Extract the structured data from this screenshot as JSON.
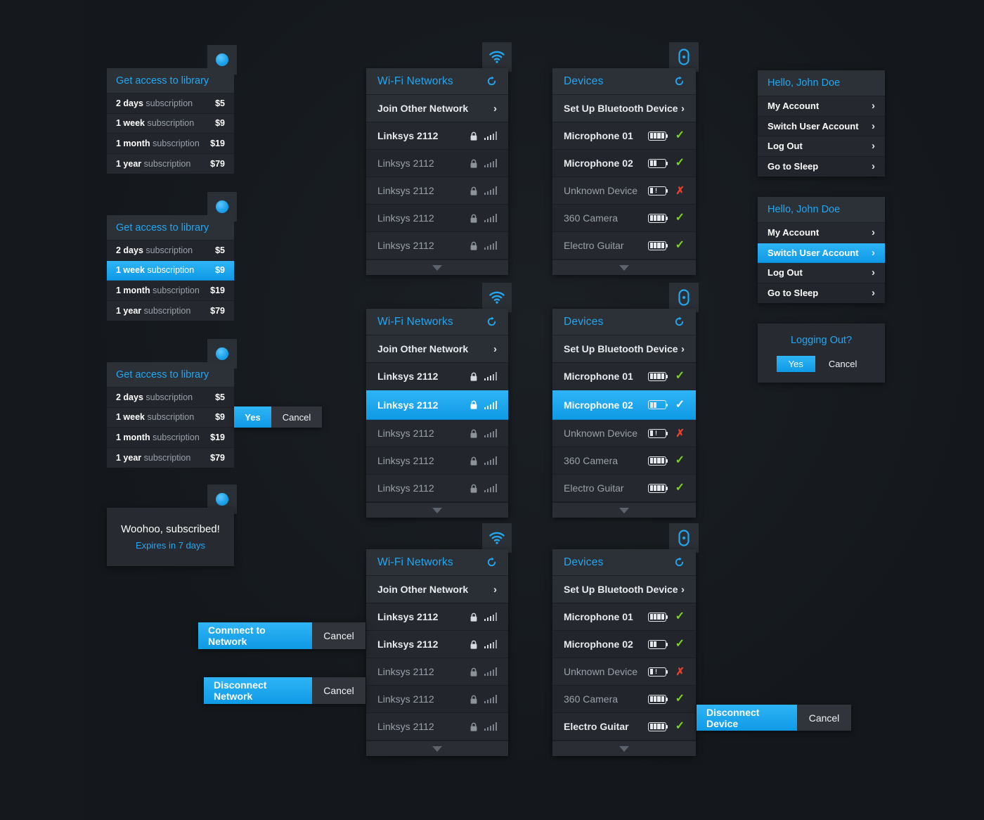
{
  "theme": {
    "background": "#15191d",
    "panel": "#242830",
    "accent": "#23a7f0",
    "selected_gradient_top": "#2fb4f5",
    "selected_gradient_bottom": "#0f9ae6",
    "check_green": "#7ed321",
    "cross_red": "#e8422e",
    "text_primary": "#ffffff",
    "text_muted": "#9aa1aa"
  },
  "subscription": {
    "title": "Get access to library",
    "tab_icon": "circle-dot-icon",
    "options": [
      {
        "duration": "2 days",
        "word": "subscription",
        "price": "$5"
      },
      {
        "duration": "1 week",
        "word": "subscription",
        "price": "$9"
      },
      {
        "duration": "1 month",
        "word": "subscription",
        "price": "$19"
      },
      {
        "duration": "1 year",
        "word": "subscription",
        "price": "$79"
      }
    ],
    "confirm": {
      "yes": "Yes",
      "cancel": "Cancel"
    }
  },
  "toast": {
    "headline": "Woohoo, subscribed!",
    "subline": "Expires in 7 days",
    "tab_icon": "circle-dot-icon"
  },
  "wifi": {
    "title": "Wi-Fi Networks",
    "tab_icon": "wifi-icon",
    "refresh_icon": "refresh-icon",
    "join_label": "Join Other Network",
    "networks": [
      {
        "ssid": "Linksys 2112",
        "secured": true,
        "signal": 5
      },
      {
        "ssid": "Linksys 2112",
        "secured": true,
        "signal": 5
      },
      {
        "ssid": "Linksys 2112",
        "secured": true,
        "signal": 5
      },
      {
        "ssid": "Linksys 2112",
        "secured": true,
        "signal": 5
      },
      {
        "ssid": "Linksys 2112",
        "secured": true,
        "signal": 5
      }
    ],
    "scroll_icon": "chevron-down-icon",
    "connect_button": "Connnect to Network",
    "disconnect_button": "Disconnect Network",
    "cancel_button": "Cancel"
  },
  "devices": {
    "title": "Devices",
    "tab_icon": "bluetooth-device-icon",
    "refresh_icon": "refresh-icon",
    "setup_label": "Set Up Bluetooth Device",
    "items": [
      {
        "name": "Microphone 01",
        "battery": "full",
        "status": "connected"
      },
      {
        "name": "Microphone 02",
        "battery": "half",
        "status": "connected"
      },
      {
        "name": "Unknown Device",
        "battery": "warning",
        "status": "error"
      },
      {
        "name": "360 Camera",
        "battery": "full",
        "status": "connected"
      },
      {
        "name": "Electro Guitar",
        "battery": "full",
        "status": "connected"
      }
    ],
    "scroll_icon": "chevron-down-icon",
    "disconnect_button": "Disconnect Device",
    "cancel_button": "Cancel"
  },
  "account": {
    "greeting": "Hello,  John Doe",
    "items": [
      {
        "label": "My Account"
      },
      {
        "label": "Switch User Account"
      },
      {
        "label": "Log Out"
      },
      {
        "label": "Go to Sleep"
      }
    ]
  },
  "logout_dialog": {
    "question": "Logging Out?",
    "yes": "Yes",
    "cancel": "Cancel"
  }
}
